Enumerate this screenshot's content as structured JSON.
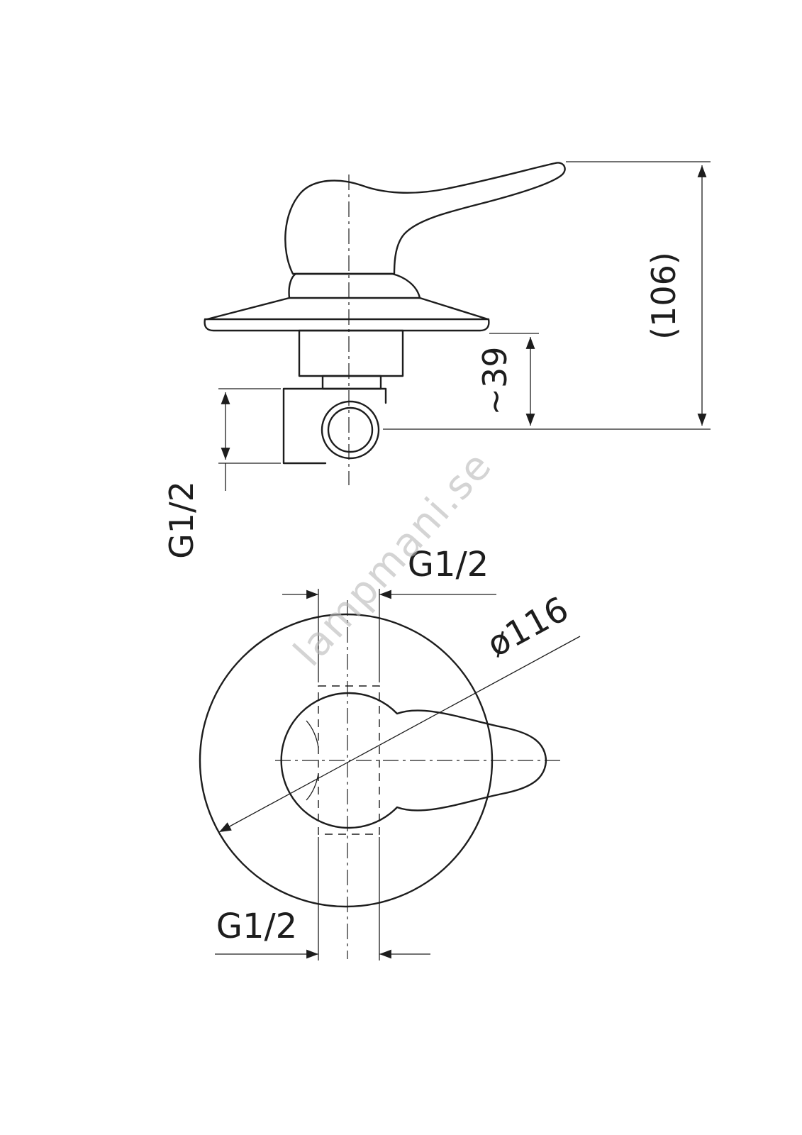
{
  "page": {
    "background_color": "#ffffff",
    "line_color": "#1d1d1d",
    "watermark_color": "#b9b9b9"
  },
  "drawing": {
    "watermark": "lampmani.se",
    "labels": {
      "overall_height": "(106)",
      "projection_depth": "~39",
      "thread_side": "G1/2",
      "thread_top": "G1/2",
      "thread_bottom": "G1/2",
      "flange_diameter": "ø116"
    }
  }
}
